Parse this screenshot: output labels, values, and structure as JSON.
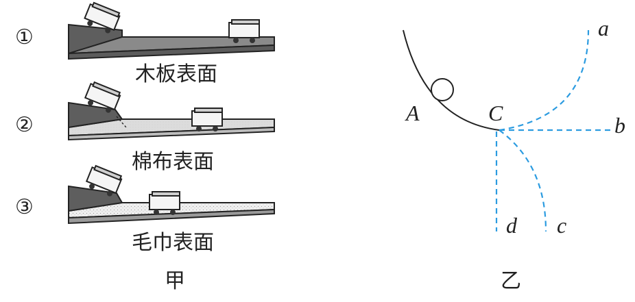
{
  "figure_jia": {
    "caption": "甲",
    "rows": [
      {
        "index": "①",
        "label": "木板表面",
        "surface": "wood"
      },
      {
        "index": "②",
        "label": "棉布表面",
        "surface": "cotton"
      },
      {
        "index": "③",
        "label": "毛巾表面",
        "surface": "towel"
      }
    ]
  },
  "figure_yi": {
    "caption": "乙",
    "points": {
      "A": "A",
      "C": "C"
    },
    "paths": {
      "a": "a",
      "b": "b",
      "c": "c",
      "d": "d"
    }
  },
  "colors": {
    "ink": "#222222",
    "slope": "#555555",
    "wood": "#8a8a8a",
    "cotton": "#d9d9d9",
    "towel": "#ececec",
    "dashed_path": "#2b9be0"
  }
}
